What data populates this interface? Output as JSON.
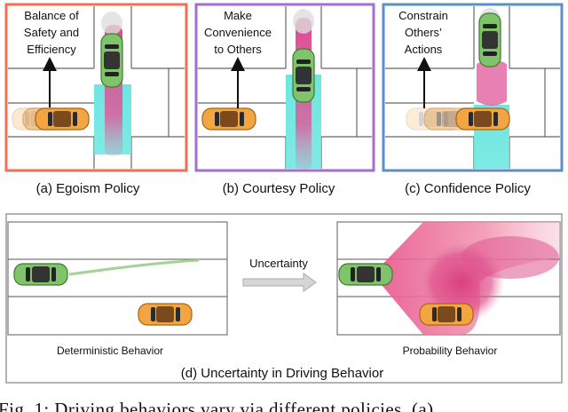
{
  "panels": {
    "a": {
      "caption": "(a) Egoism Policy",
      "label": [
        "Balance of",
        "Safety and",
        "Efficiency"
      ],
      "color": "#f26f4f"
    },
    "b": {
      "caption": "(b) Courtesy Policy",
      "label": [
        "Make",
        "Convenience",
        "to Others"
      ],
      "color": "#a06fd1"
    },
    "c": {
      "caption": "(c) Confidence Policy",
      "label": [
        "Constrain",
        "Others’",
        "Actions"
      ],
      "color": "#5b8fc9"
    }
  },
  "bottom": {
    "caption": "(d) Uncertainty in Driving Behavior",
    "left_label": "Deterministic Behavior",
    "right_label": "Probability Behavior",
    "arrow_label": "Uncertainty"
  },
  "figure_caption": "Fig. 1: Driving behaviors vary via different policies. (a)"
}
